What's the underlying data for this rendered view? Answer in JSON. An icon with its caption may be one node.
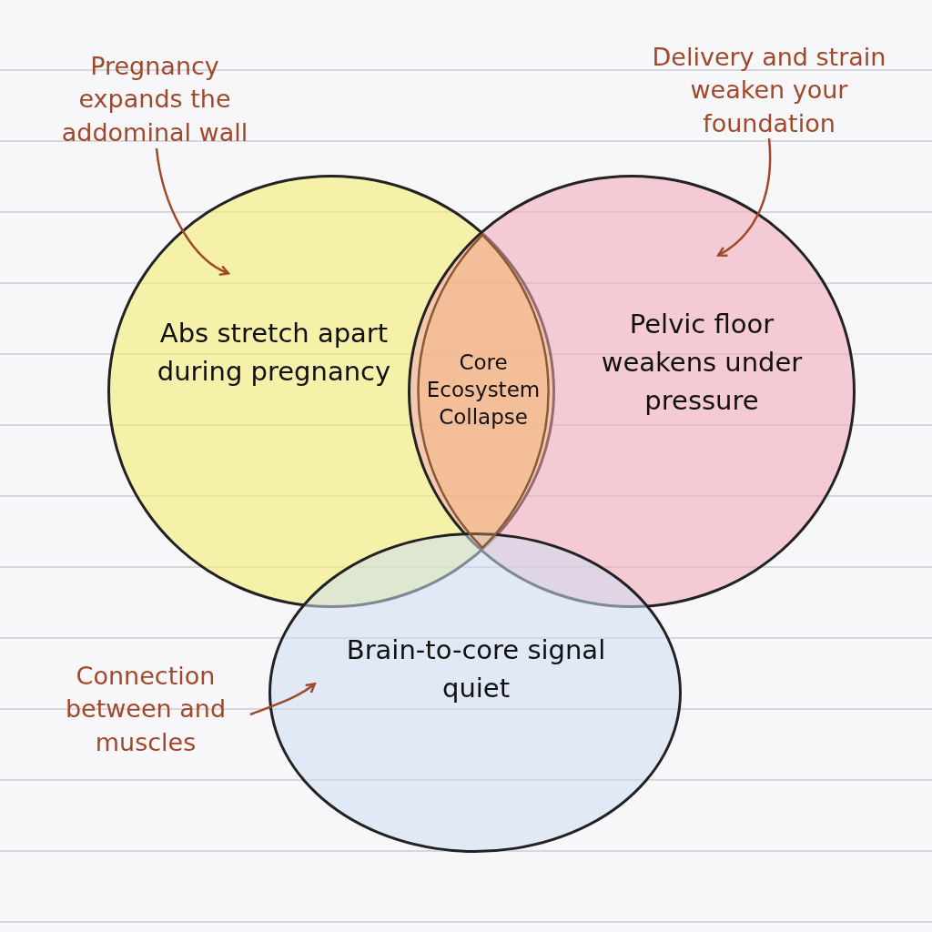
{
  "diagram": {
    "nodes": [
      {
        "text": [
          "Pregnancy expands the addominal wall"
        ]
      },
      {
        "text": [
          "Delivery and strain weaken your foundation"
        ]
      },
      {
        "text": [
          "Abs stretch apart during pregnancy"
        ]
      },
      {
        "text": [
          "Core Ecosystem Collapse"
        ]
      },
      {
        "text": [
          "Pelvic floor weakens under pressure"
        ]
      },
      {
        "text": [
          "Brain-to-core signal quiet"
        ]
      },
      {
        "text": [
          "Connection between and muscles"
        ]
      }
    ],
    "edges": [
      {
        "from": 0,
        "to": 2,
        "arrow": "to"
      },
      {
        "from": 1,
        "to": 4,
        "arrow": "to"
      },
      {
        "from": 6,
        "to": 5,
        "arrow": "to"
      }
    ]
  }
}
